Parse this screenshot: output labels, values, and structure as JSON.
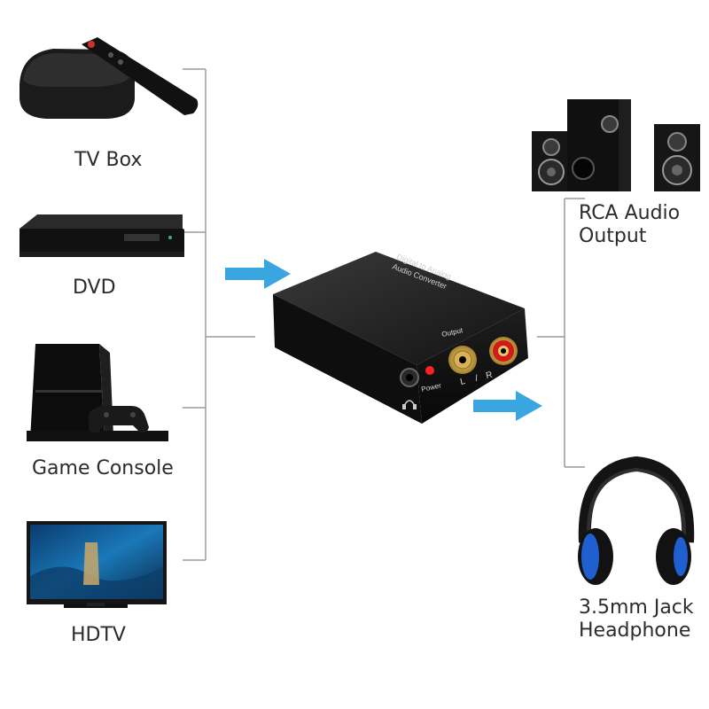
{
  "inputs": [
    {
      "id": "tv-box",
      "label": "TV Box"
    },
    {
      "id": "dvd",
      "label": "DVD"
    },
    {
      "id": "game-console",
      "label": "Game Console"
    },
    {
      "id": "hdtv",
      "label": "HDTV"
    }
  ],
  "converter": {
    "top_line1": "Digital to Analog",
    "top_line2": "Audio Converter",
    "output_label": "Output",
    "power_label": "Power",
    "left_label": "L",
    "right_label": "R"
  },
  "outputs": [
    {
      "id": "rca",
      "label_line1": "RCA Audio",
      "label_line2": "Output"
    },
    {
      "id": "headphone",
      "label_line1": "3.5mm Jack",
      "label_line2": "Headphone"
    }
  ],
  "colors": {
    "arrow": "#3aa6e0",
    "bracket": "#9a9a9a",
    "device_dark": "#141414",
    "rca_right": "#d11a1a",
    "rca_left": "#c9a043",
    "headphone_accent": "#1f5fd0"
  }
}
